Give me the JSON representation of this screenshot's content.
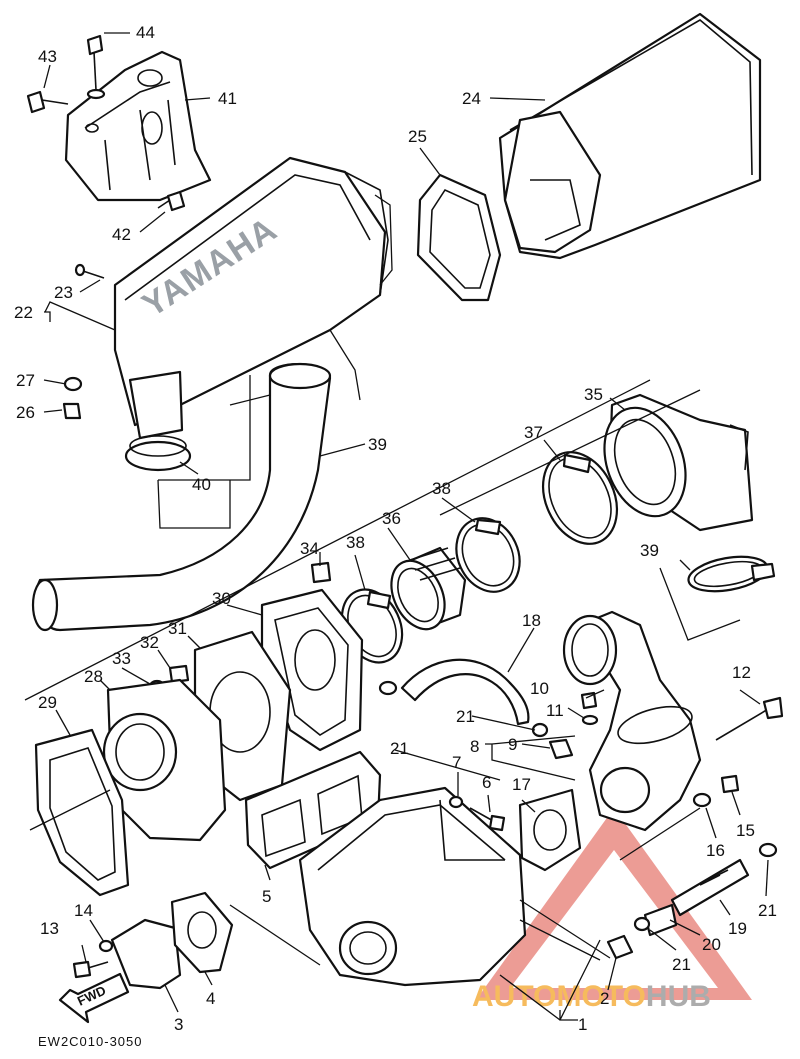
{
  "callouts": {
    "c1": "1",
    "c2": "2",
    "c3": "3",
    "c4": "4",
    "c5": "5",
    "c6": "6",
    "c7": "7",
    "c8": "8",
    "c9": "9",
    "c10": "10",
    "c11": "11",
    "c12": "12",
    "c13": "13",
    "c14": "14",
    "c15": "15",
    "c16": "16",
    "c17": "17",
    "c18": "18",
    "c19": "19",
    "c20": "20",
    "c21a": "21",
    "c21b": "21",
    "c21c": "21",
    "c21d": "21",
    "c22": "22",
    "c23": "23",
    "c24": "24",
    "c25": "25",
    "c26": "26",
    "c27": "27",
    "c28": "28",
    "c29": "29",
    "c30": "30",
    "c31": "31",
    "c32": "32",
    "c33": "33",
    "c34": "34",
    "c35": "35",
    "c36": "36",
    "c37": "37",
    "c38a": "38",
    "c38b": "38",
    "c39a": "39",
    "c39b": "39",
    "c40": "40",
    "c41": "41",
    "c42": "42",
    "c43": "43",
    "c44": "44"
  },
  "part_logo": "YAMAHA",
  "direction_label": "FWD",
  "drawing_code": "EW2C010-3050",
  "watermark": {
    "text_a": "AUTO",
    "text_b": "MOTO",
    "text_c": "HUB",
    "color_a": "#f5b041",
    "color_b": "#f5b041",
    "color_c": "#9e9e9e",
    "triangle_color": "#e05a4f"
  }
}
